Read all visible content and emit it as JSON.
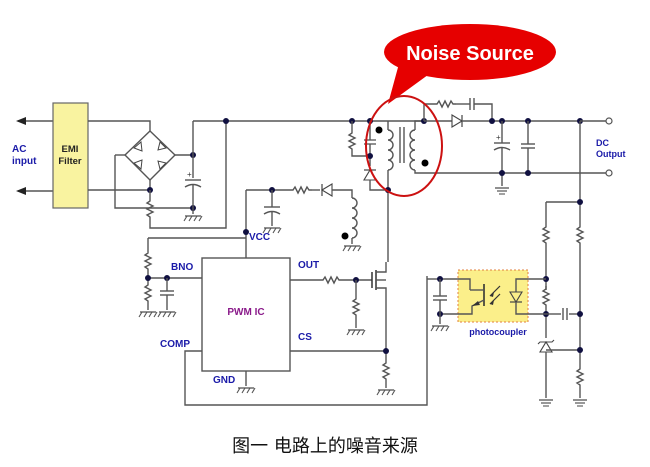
{
  "figure": {
    "caption": "图一  电路上的噪音来源",
    "callout": {
      "text": "Noise Source",
      "color": "#e60000",
      "text_color": "#ffffff"
    },
    "labels": {
      "ac_input_line1": "AC",
      "ac_input_line2": "input",
      "emi_line1": "EMI",
      "emi_line2": "Filter",
      "dc_output_line1": "DC",
      "dc_output_line2": "Output",
      "vcc": "VCC",
      "bno": "BNO",
      "out": "OUT",
      "pwm_ic": "PWM IC",
      "cs": "CS",
      "comp": "COMP",
      "gnd": "GND",
      "photocoupler": "photocoupler"
    },
    "colors": {
      "wire": "#555555",
      "node": "#101040",
      "label": "#1a1aa8",
      "pwm_label": "#8a1a8a",
      "emi_fill": "#f9f3a0",
      "photocoupler_fill": "#fbef8a",
      "photocoupler_border": "#e08040",
      "highlight_ellipse": "#cc1111"
    }
  }
}
